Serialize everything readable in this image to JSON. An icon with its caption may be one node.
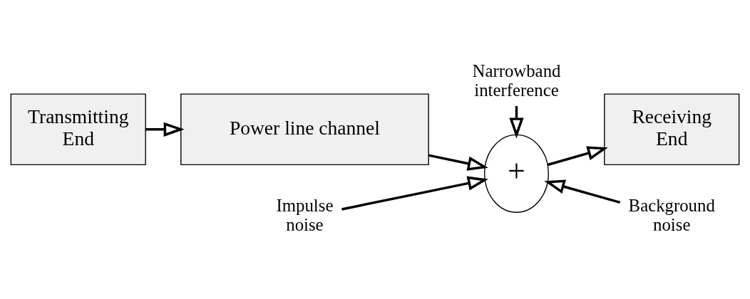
{
  "diagram": {
    "nodes": [
      {
        "text": [
          "Transmitting End"
        ]
      },
      {
        "text": [
          "Power line channel"
        ]
      },
      {
        "text": [
          "+"
        ]
      },
      {
        "text": [
          "Receiving End"
        ]
      },
      {
        "text": [
          "Impulse noise"
        ]
      },
      {
        "text": [
          "Background noise"
        ]
      },
      {
        "text": [
          "Narrowband interference"
        ]
      }
    ],
    "edges": [
      {
        "from": 0,
        "to": 1,
        "arrow": "to"
      },
      {
        "from": 1,
        "to": 2,
        "arrow": "to"
      },
      {
        "from": 2,
        "to": 3,
        "arrow": "to"
      },
      {
        "from": 4,
        "to": 2,
        "arrow": "to"
      },
      {
        "from": 5,
        "to": 2,
        "arrow": "to"
      },
      {
        "from": 6,
        "to": 2,
        "arrow": "to"
      }
    ]
  }
}
